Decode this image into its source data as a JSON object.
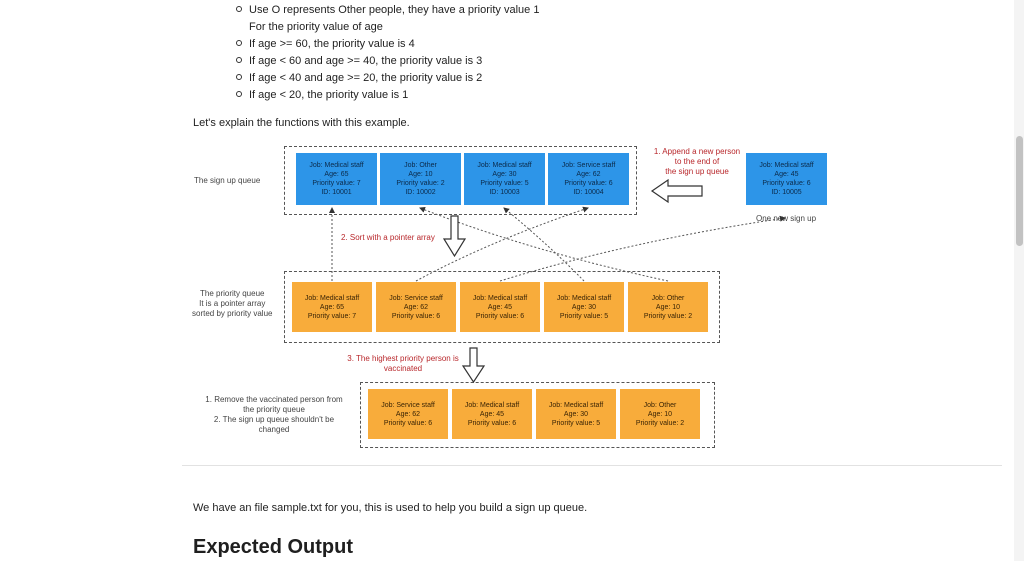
{
  "bullets": [
    {
      "text": "Use O represents Other people, they have a priority value 1",
      "indent": false
    },
    {
      "text": "For the priority value of age",
      "indent": true
    },
    {
      "text": "If age >= 60, the priority value is 4",
      "indent": false
    },
    {
      "text": "If age < 60 and age >= 40, the priority value is 3",
      "indent": false
    },
    {
      "text": "If age < 40 and age >= 20, the priority value is 2",
      "indent": false
    },
    {
      "text": "If age < 20, the priority value is 1",
      "indent": false
    }
  ],
  "explain_text": "Let's explain the functions with this example.",
  "diagram": {
    "signup_label": "The sign up queue",
    "priority_label": [
      "The priority queue",
      "It is a pointer array",
      "sorted by priority value"
    ],
    "result_label": [
      "1. Remove the vaccinated person from",
      "the priority queue",
      "2. The sign up queue shouldn't be",
      "changed"
    ],
    "append_note": [
      "1. Append a new person",
      "to the end of",
      "the sign up queue"
    ],
    "new_signup_label": "One new sign up",
    "sort_note": "2. Sort with a pointer array",
    "vaccinated_note": [
      "3. The highest priority person is",
      "vaccinated"
    ],
    "signup_cards": [
      [
        "Job: Medical staff",
        "Age: 65",
        "Priority value: 7",
        "ID: 10001"
      ],
      [
        "Job: Other",
        "Age: 10",
        "Priority value: 2",
        "ID: 10002"
      ],
      [
        "Job: Medical staff",
        "Age: 30",
        "Priority value: 5",
        "ID: 10003"
      ],
      [
        "Job: Service staff",
        "Age: 62",
        "Priority value: 6",
        "ID: 10004"
      ]
    ],
    "new_card": [
      "Job: Medical staff",
      "Age: 45",
      "Priority value: 6",
      "ID: 10005"
    ],
    "priority_cards": [
      [
        "Job: Medical staff",
        "Age: 65",
        "Priority value: 7"
      ],
      [
        "Job: Service staff",
        "Age: 62",
        "Priority value: 6"
      ],
      [
        "Job: Medical staff",
        "Age: 45",
        "Priority value: 6"
      ],
      [
        "Job: Medical staff",
        "Age: 30",
        "Priority value: 5"
      ],
      [
        "Job: Other",
        "Age: 10",
        "Priority value: 2"
      ]
    ],
    "result_cards": [
      [
        "Job: Service staff",
        "Age: 62",
        "Priority value: 6"
      ],
      [
        "Job: Medical staff",
        "Age: 45",
        "Priority value: 6"
      ],
      [
        "Job: Medical staff",
        "Age: 30",
        "Priority value: 5"
      ],
      [
        "Job: Other",
        "Age: 10",
        "Priority value: 2"
      ]
    ],
    "colors": {
      "blue": "#2d95e8",
      "orange": "#f8ac3b",
      "note_red": "#b8272b"
    }
  },
  "sample_text": "We have an file sample.txt for you, this is used to help you build a sign up queue.",
  "expected_heading": "Expected Output"
}
